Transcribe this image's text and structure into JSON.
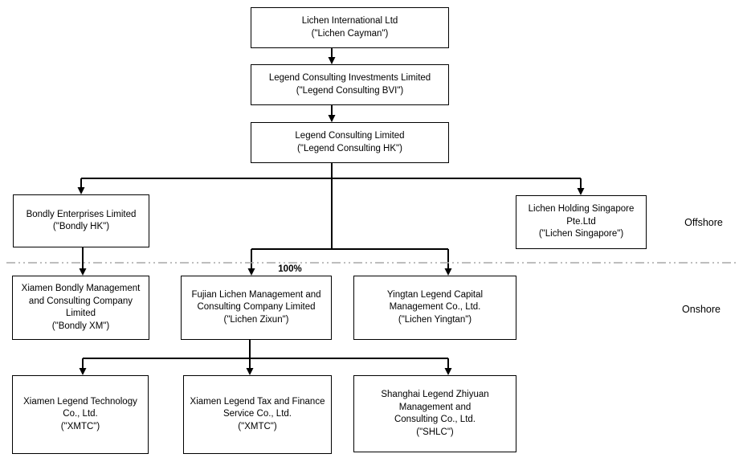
{
  "nodes": {
    "cayman": {
      "lines": [
        "Lichen International Ltd",
        "(\"Lichen Cayman\")"
      ]
    },
    "bvi": {
      "lines": [
        "Legend Consulting Investments Limited",
        "(\"Legend Consulting BVI\")"
      ]
    },
    "hk": {
      "lines": [
        "Legend Consulting Limited",
        "(\"Legend Consulting HK\")"
      ]
    },
    "bondly_hk": {
      "lines": [
        "Bondly Enterprises Limited",
        "(\"Bondly HK\")"
      ]
    },
    "singapore": {
      "lines": [
        "Lichen Holding Singapore",
        "Pte.Ltd",
        "(\"Lichen Singapore\")"
      ]
    },
    "bondly_xm": {
      "lines": [
        "Xiamen Bondly Management",
        "and Consulting Company",
        "Limited",
        "(\"Bondly XM\")"
      ]
    },
    "zixun": {
      "lines": [
        "Fujian Lichen Management and",
        "Consulting Company Limited",
        "(\"Lichen Zixun\")"
      ]
    },
    "yingtan": {
      "lines": [
        "Yingtan Legend Capital",
        "Management Co., Ltd.",
        "(\"Lichen Yingtan\")"
      ]
    },
    "xmtc_tech": {
      "lines": [
        "Xiamen Legend Technology",
        "Co., Ltd.",
        "(\"XMTC\")"
      ]
    },
    "xmtc_tax": {
      "lines": [
        "Xiamen Legend Tax and Finance",
        "Service Co., Ltd.",
        "(\"XMTC\")"
      ]
    },
    "shlc": {
      "lines": [
        "Shanghai Legend Zhiyuan",
        "Management and",
        "Consulting Co., Ltd.",
        "(\"SHLC\")"
      ]
    }
  },
  "labels": {
    "offshore": "Offshore",
    "onshore": "Onshore",
    "ownership_pct": "100%"
  },
  "colors": {
    "box_border": "#000000",
    "connector": "#000000",
    "divider": "#a8a8a8",
    "background": "#ffffff"
  }
}
